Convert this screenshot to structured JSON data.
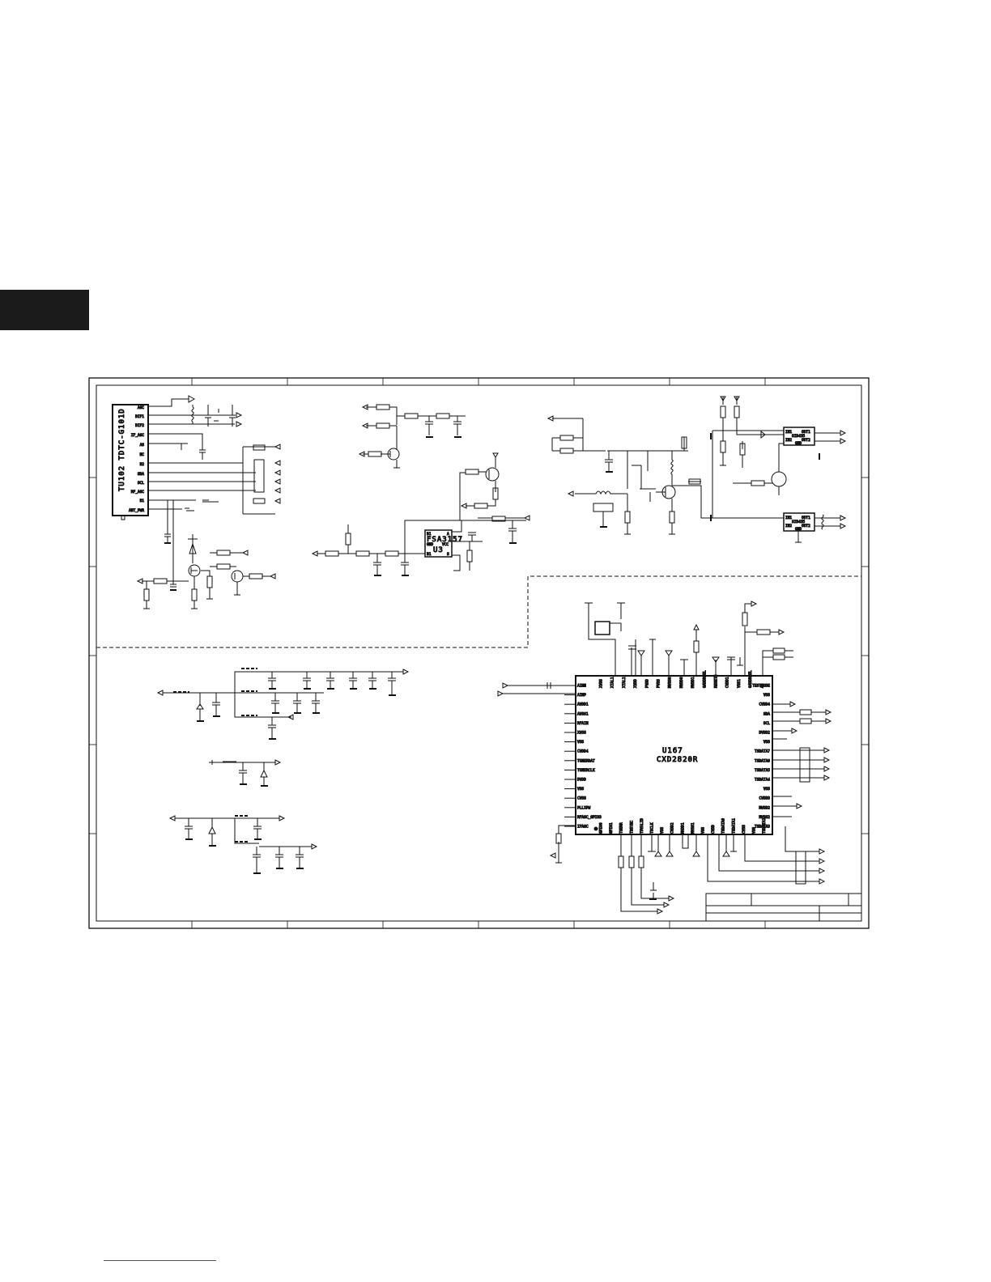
{
  "tuner": {
    "ref": "TU102",
    "part": "TDTC-G101D",
    "pins": [
      "AGC",
      "DIF1",
      "DIF2",
      "IF_AGC",
      "AS",
      "NC",
      "B2",
      "SDA",
      "SCL",
      "RF_AGC",
      "B1",
      "ANT_PWR"
    ]
  },
  "switch_u3": {
    "ref": "U3",
    "part": "FSA3157",
    "pins": [
      "B1",
      "A",
      "GND",
      "VCC",
      "B1",
      "S"
    ]
  },
  "regulators": [
    {
      "part": "SI9435",
      "pins": [
        "IN1",
        "OUT1",
        "IN2",
        "OUT2",
        "GND"
      ]
    },
    {
      "part": "SI9435",
      "pins": [
        "IN1",
        "OUT1",
        "IN2",
        "OUT2",
        "GND"
      ]
    }
  ],
  "demod": {
    "ref": "U167",
    "part": "CXD2820R",
    "pins_left": [
      "AINN",
      "AINP",
      "AVDD1",
      "AVSS1",
      "RFAIN",
      "XVSS",
      "VSS",
      "CVDD4",
      "TUNERDAT",
      "TUNERCLK",
      "DVDD",
      "VSS",
      "CVSS",
      "PLLXPW",
      "RFAGC_GPIO3",
      "IFAGC"
    ],
    "pins_right": [
      "TESTMODE",
      "VSS",
      "CVDD4",
      "SDA",
      "SCL",
      "DVDD2",
      "VSS",
      "TSDATA7",
      "TSDATA6",
      "TSDATA5",
      "TSDATA4",
      "VSS",
      "CVDD3",
      "MVDD2",
      "MVSS2",
      "TSDATA3"
    ],
    "pins_top": [
      "XVSS",
      "XTAL1",
      "XTAL2",
      "XVDD",
      "PVDD",
      "PVSS",
      "MVSS0",
      "MVDD0",
      "MVDD1",
      "GADDRSEL",
      "RESETN",
      "CVDD1",
      "VSS1",
      "GADDRSEL",
      "A0"
    ],
    "pins_bottom": [
      "GPIO0",
      "GPIO1",
      "TSERR",
      "TSSYNC",
      "TSVALID",
      "TSCLK",
      "VSS",
      "CVDD2",
      "MVDD1",
      "MVSS1",
      "VSS",
      "CVDD",
      "TSDATA0",
      "TSDATA1",
      "CVSS",
      "VSS",
      "TSDATA2"
    ]
  }
}
